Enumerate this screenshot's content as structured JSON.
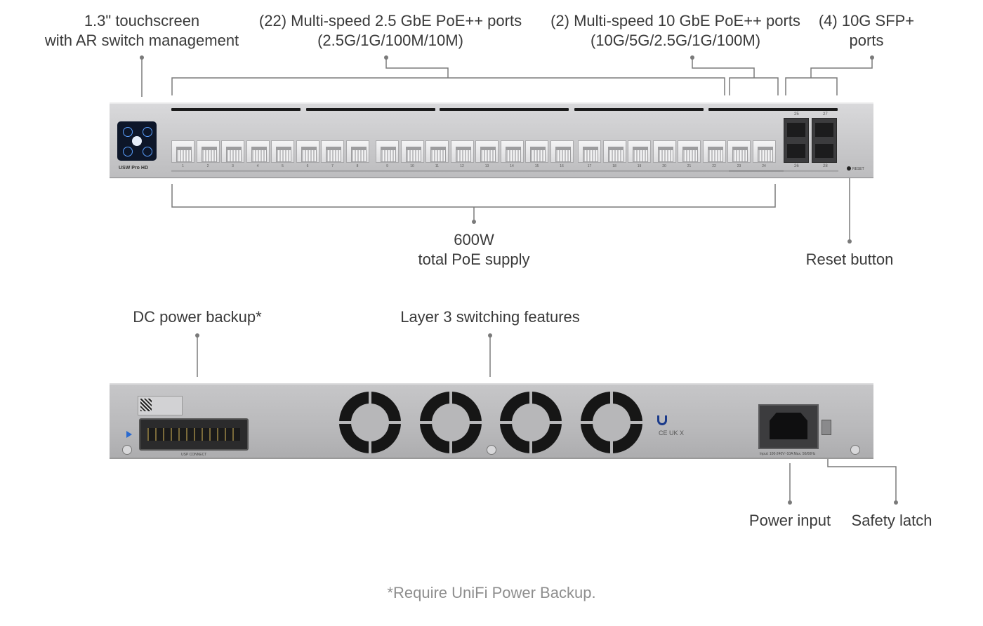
{
  "callouts": {
    "touchscreen": [
      "1.3\" touchscreen",
      "with AR switch management"
    ],
    "ports_2_5g": [
      "(22) Multi-speed 2.5 GbE PoE++ ports",
      "(2.5G/1G/100M/10M)"
    ],
    "ports_10g": [
      "(2) Multi-speed 10 GbE PoE++ ports",
      "(10G/5G/2.5G/1G/100M)"
    ],
    "sfp": [
      "(4) 10G SFP+",
      "ports"
    ],
    "poe_budget": [
      "600W",
      "total PoE supply"
    ],
    "reset": "Reset button",
    "dc_backup": "DC power backup*",
    "layer3": "Layer 3 switching features",
    "power_input": "Power input",
    "safety_latch": "Safety latch"
  },
  "footnote": "*Require UniFi Power Backup.",
  "device": {
    "model_label": "USW Pro HD",
    "port_labels": [
      "1",
      "2",
      "3",
      "4",
      "5",
      "6",
      "7",
      "8",
      "9",
      "10",
      "11",
      "12",
      "13",
      "14",
      "15",
      "16",
      "17",
      "18",
      "19",
      "20",
      "21",
      "22",
      "23",
      "24"
    ],
    "sfp_labels": [
      "25",
      "27",
      "26",
      "28"
    ],
    "reset_label": "RESET",
    "rear_connector_label": "USP CONNECT",
    "rear_power_label": "Input: 100-240V~10A Max. 50/60Hz"
  }
}
